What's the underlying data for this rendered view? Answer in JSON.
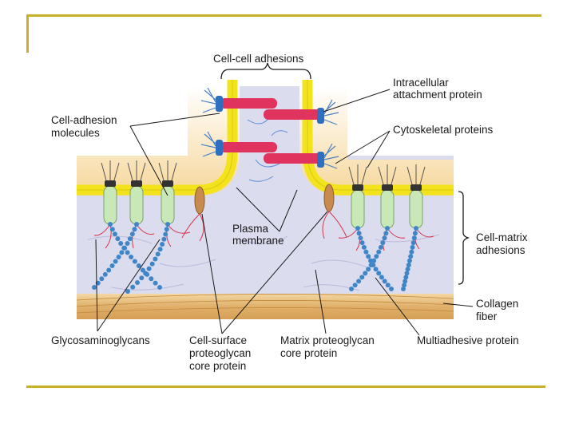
{
  "labels": {
    "cell_cell_adhesions": "Cell-cell adhesions",
    "intracellular_attachment_protein_1": "Intracellular",
    "intracellular_attachment_protein_2": "attachment protein",
    "cell_adhesion_molecules_1": "Cell-adhesion",
    "cell_adhesion_molecules_2": "molecules",
    "cytoskeletal_proteins": "Cytoskeletal proteins",
    "plasma_membrane_1": "Plasma",
    "plasma_membrane_2": "membrane",
    "cell_matrix_adhesions_1": "Cell-matrix",
    "cell_matrix_adhesions_2": "adhesions",
    "collagen_fiber_1": "Collagen",
    "collagen_fiber_2": "fiber",
    "glycosaminoglycans": "Glycosaminoglycans",
    "cell_surface_proteoglycan_1": "Cell-surface",
    "cell_surface_proteoglycan_2": "proteoglycan",
    "cell_surface_proteoglycan_3": "core protein",
    "matrix_proteoglycan_1": "Matrix proteoglycan",
    "matrix_proteoglycan_2": "core protein",
    "multiadhesive_protein": "Multiadhesive protein"
  },
  "colors": {
    "frame": "#c8b028",
    "membrane": "#f2e21e",
    "cytoplasm": "#f6d79a",
    "matrix": "#dcdcf0",
    "adhesion_bar": "#e0335e",
    "cam_body": "#c9e8b8",
    "proteoglycan_core": "#c98a4e",
    "gag_bead": "#3f86c8",
    "collagen": "#e6b873"
  }
}
